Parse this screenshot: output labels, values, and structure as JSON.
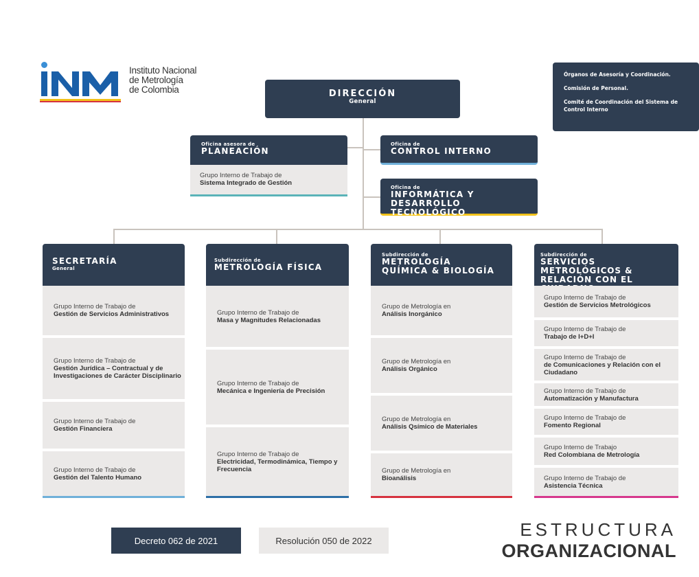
{
  "logo": {
    "acronym": "INM",
    "line1": "Instituto Nacional",
    "line2": "de Metrología",
    "line3": "de Colombia"
  },
  "colors": {
    "navy": "#2f3e52",
    "grey": "#ebe9e8",
    "teal": "#5ab3b8",
    "yellow": "#f2c21a",
    "lightblue": "#6fb0d9",
    "blue": "#2d6fa7",
    "red": "#d6323f",
    "pink": "#d6388d"
  },
  "advisory": {
    "line1": "Órganos de Asesoría y Coordinación.",
    "line2": "Comisión de Personal.",
    "line3": "Comité de Coordinación del Sistema de Control Interno"
  },
  "direccion": {
    "title": "DIRECCIÓN",
    "sub": "General"
  },
  "planeacion": {
    "small": "Oficina asesora de",
    "title": "PLANEACIÓN",
    "group_prefix": "Grupo Interno de Trabajo de",
    "group_name": "Sistema Integrado de Gestión"
  },
  "control": {
    "small": "Oficina de",
    "title": "CONTROL INTERNO"
  },
  "informatica": {
    "small": "Oficina de",
    "title1": "INFORMÁTICA Y",
    "title2": "DESARROLLO TECNOLÓGICO"
  },
  "secretaria": {
    "title": "SECRETARÍA",
    "sub": "General",
    "groups": [
      {
        "prefix": "Grupo Interno de Trabajo de",
        "name": "Gestión de Servicios Administrativos"
      },
      {
        "prefix": "Grupo Interno de Trabajo de",
        "name": "Gestión Jurídica – Contractual y de Investigaciones de Carácter Disciplinario"
      },
      {
        "prefix": "Grupo Interno de Trabajo de",
        "name": "Gestión Financiera"
      },
      {
        "prefix": "Grupo Interno de Trabajo de",
        "name": "Gestión del Talento Humano"
      }
    ]
  },
  "fisica": {
    "small": "Subdirección de",
    "title": "METROLOGÍA FÍSICA",
    "groups": [
      {
        "prefix": "Grupo Interno de Trabajo de",
        "name": "Masa y Magnitudes Relacionadas"
      },
      {
        "prefix": "Grupo Interno de Trabajo de",
        "name": "Mecánica e Ingeniería de Precisión"
      },
      {
        "prefix": "Grupo Interno de Trabajo de",
        "name": "Electricidad, Termodinámica, Tiempo y Frecuencia"
      }
    ]
  },
  "quimica": {
    "small": "Subdirección de",
    "title1": "METROLOGÍA",
    "title2": "QUÍMICA & BIOLOGÍA",
    "groups": [
      {
        "prefix": "Grupo de Metrología en",
        "name": "Análisis Inorgánico"
      },
      {
        "prefix": "Grupo de Metrología en",
        "name": "Análisis Orgánico"
      },
      {
        "prefix": "Grupo de Metrología en",
        "name": "Análisis Qsímico de Materiales"
      },
      {
        "prefix": "Grupo de Metrología en",
        "name": "Bioanálisis"
      }
    ]
  },
  "servicios": {
    "small": "Subdirección de",
    "title1": "SERVICIOS METROLÓGICOS &",
    "title2": "RELACIÓN CON EL CIUDADNO",
    "groups": [
      {
        "prefix": "Grupo Interno de Trabajo de",
        "name": "Gestión de Servicios Metrológicos"
      },
      {
        "prefix": "Grupo Interno de Trabajo de",
        "name": "Trabajo de I+D+I"
      },
      {
        "prefix": "Grupo Interno de Trabajo de",
        "name": "de Comunicaciones y Relación con el Ciudadano"
      },
      {
        "prefix": "Grupo Interno de Trabajo de",
        "name": "Automatización y Manufactura"
      },
      {
        "prefix": "Grupo Interno de Trabajo de",
        "name": "Fomento Regional"
      },
      {
        "prefix": "Grupo Interno de Trabajo",
        "name": "Red Colombiana de Metrología"
      },
      {
        "prefix": "Grupo Interno de Trabajo de",
        "name": "Asistencia Técnica"
      }
    ]
  },
  "footer": {
    "decreto": "Decreto 062 de 2021",
    "resolucion": "Resolución 050 de 2022",
    "title1": "ESTRUCTURA",
    "title2": "ORGANIZACIONAL"
  }
}
